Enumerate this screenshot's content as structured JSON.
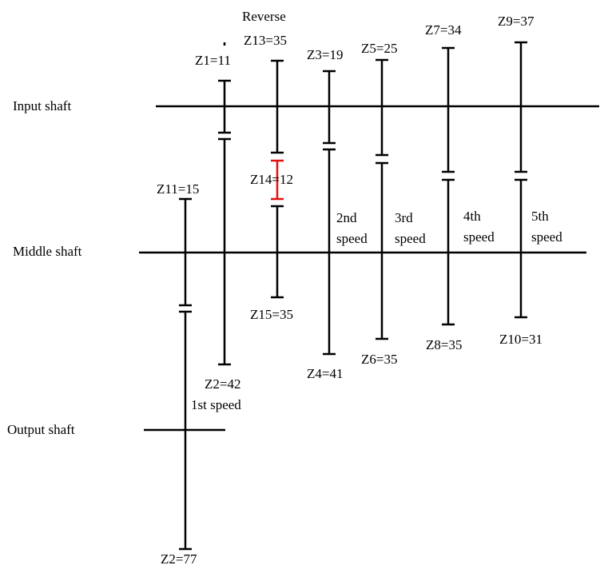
{
  "diagram": {
    "shafts": {
      "input": "Input shaft",
      "middle": "Middle shaft",
      "output": "Output shaft"
    },
    "gears": {
      "z1": "Z1=11",
      "z2_top": "Z2=42",
      "z3": "Z3=19",
      "z4": "Z4=41",
      "z5": "Z5=25",
      "z6": "Z6=35",
      "z7": "Z7=34",
      "z8": "Z8=35",
      "z9": "Z9=37",
      "z10": "Z10=31",
      "z11": "Z11=15",
      "z2_bottom": "Z2=77",
      "z13": "Z13=35",
      "z14": "Z14=12",
      "z15": "Z15=35"
    },
    "speeds": {
      "reverse": "Reverse",
      "first": "1st speed",
      "second_a": "2nd",
      "second_b": "speed",
      "third_a": "3rd",
      "third_b": "speed",
      "fourth_a": "4th",
      "fourth_b": "speed",
      "fifth_a": "5th",
      "fifth_b": "speed"
    },
    "colors": {
      "line": "#000000",
      "idler_gear": "#e01010"
    }
  }
}
